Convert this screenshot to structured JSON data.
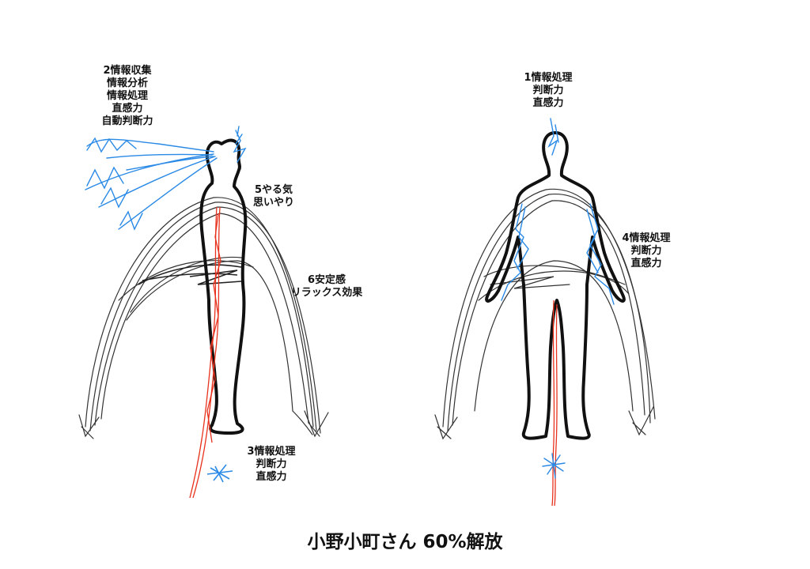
{
  "title": "小野小町さん 60%解放",
  "labels": {
    "l2": [
      "2情報収集",
      "情報分析",
      "情報処理",
      "直感力",
      "自動判断力"
    ],
    "l5": [
      "5やる気",
      "思いやり"
    ],
    "l6": [
      "6安定感",
      "リラックス効果"
    ],
    "l3": [
      "3情報処理",
      "判断力",
      "直感力"
    ],
    "l1": [
      "1情報処理",
      "判断力",
      "直感力"
    ],
    "l4": [
      "4情報処理",
      "判断力",
      "直感力"
    ]
  },
  "colors": {
    "outline": "#111111",
    "sketch": "#333333",
    "blue": "#2a8ae6",
    "red": "#e8321e"
  }
}
